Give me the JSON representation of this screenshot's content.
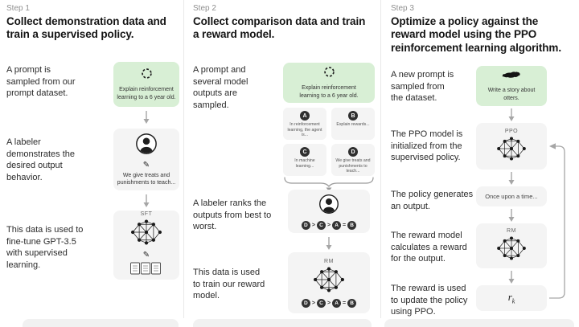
{
  "colors": {
    "green_box": "#d8efd5",
    "grey_box": "#f4f4f4",
    "dark_circle": "#2f2f2f",
    "step_label": "#8f8f8f",
    "divider": "#e9e9e9",
    "arrow": "#a6a6a6",
    "heading_text": "#141414",
    "body_text": "#2b2b2b"
  },
  "icons": {
    "prompt_icon": "dashed-cycle-circle",
    "labeler_icon": "person-in-circle",
    "annotation_icon": "pencil",
    "model_icon": "neural-network",
    "documents_icon": "three-documents",
    "otter_icon": "otter-silhouette",
    "flow_icon": "down-arrow",
    "group_icon": "curly-brace"
  },
  "columns": [
    {
      "step": "Step 1",
      "heading": "Collect demonstration data and train a supervised policy.",
      "rows": {
        "prompt": {
          "text": "A prompt is sampled from our prompt dataset.",
          "box": "Explain reinforcement learning to a 6 year old."
        },
        "labeler": {
          "text": "A labeler demonstrates the desired output behavior.",
          "box": "We give treats and punishments to teach..."
        },
        "sft": {
          "text": "This data is used to fine-tune GPT-3.5 with supervised learning.",
          "label": "SFT"
        }
      }
    },
    {
      "step": "Step 2",
      "heading": "Collect comparison data and train a reward model.",
      "rows": {
        "prompt": {
          "text": "A prompt and several model outputs are sampled.",
          "box": "Explain reinforcement learning to a 6 year old."
        },
        "options": [
          {
            "letter": "A",
            "caption": "In reinforcement learning, the agent is..."
          },
          {
            "letter": "B",
            "caption": "Explain rewards..."
          },
          {
            "letter": "C",
            "caption": "In machine learning..."
          },
          {
            "letter": "D",
            "caption": "We give treats and punishments to teach..."
          }
        ],
        "labeler": {
          "text": "A labeler ranks the outputs from best to worst."
        },
        "rm": {
          "text": "This data is used to train our reward model.",
          "label": "RM"
        },
        "ranking": [
          "D",
          ">",
          "C",
          ">",
          "A",
          "=",
          "B"
        ]
      }
    },
    {
      "step": "Step 3",
      "heading": "Optimize a policy against the reward model using the PPO reinforcement learning algorithm.",
      "rows": {
        "prompt": {
          "text": "A new prompt is sampled from the dataset.",
          "box": "Write a story about otters."
        },
        "ppo": {
          "text": "The PPO model is initialized from the supervised policy.",
          "label": "PPO"
        },
        "output": {
          "text": "The policy generates an output.",
          "box": "Once upon a time..."
        },
        "rm": {
          "text": "The reward model calculates a reward for the output.",
          "label": "RM"
        },
        "reward": {
          "text": "The reward is used to update the policy using PPO.",
          "base": "r",
          "sub": "k"
        }
      }
    }
  ]
}
